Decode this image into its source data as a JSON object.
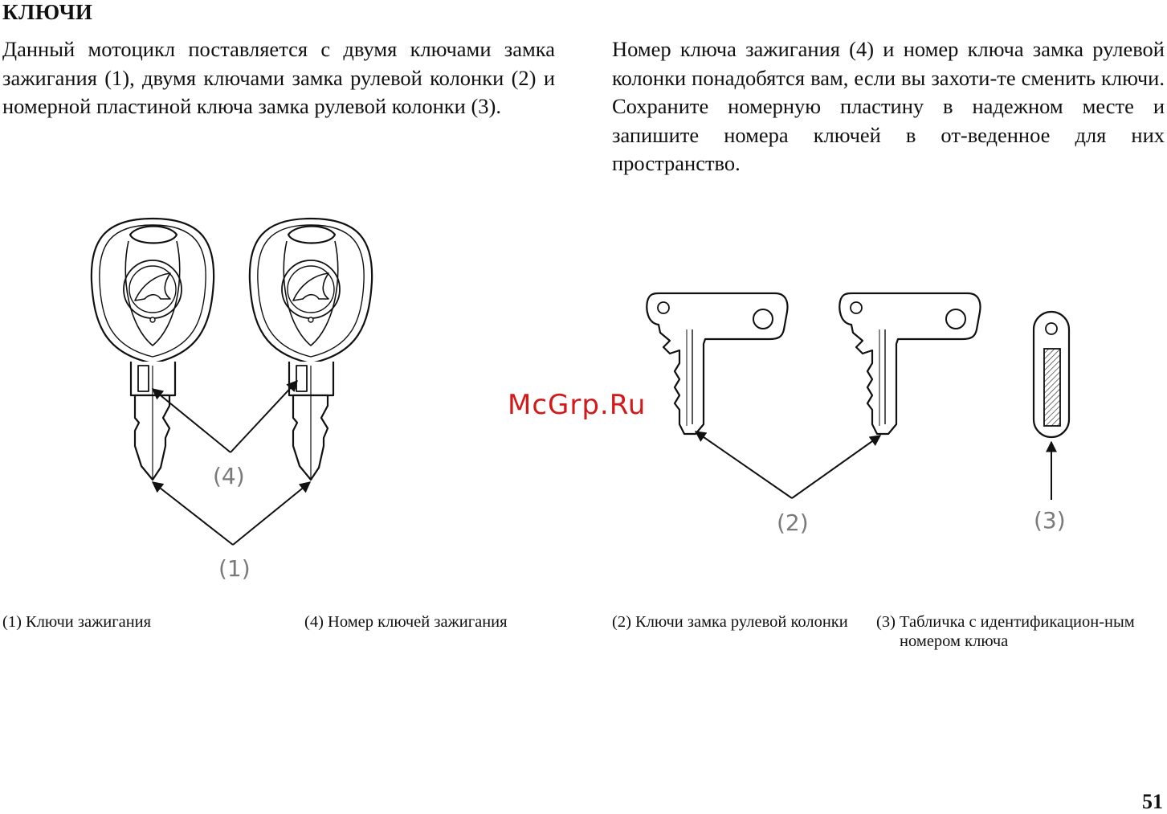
{
  "section": {
    "title": "КЛЮЧИ"
  },
  "body": {
    "left_paragraph": "Данный мотоцикл поставляется с двумя ключами замка зажигания (1), двумя ключами замка рулевой колонки (2) и номерной пластиной ключа замка рулевой колонки (3).",
    "right_paragraph": "Номер ключа зажигания (4) и номер ключа замка рулевой колонки понадобятся вам, если вы захоти-те сменить ключи. Сохраните номерную пластину в надежном месте и запишите номера ключей в от-веденное для них пространство."
  },
  "figure": {
    "callout_1": "(1)",
    "callout_2": "(2)",
    "callout_3": "(3)",
    "callout_4": "(4)",
    "watermark": "McGrp.Ru"
  },
  "captions": [
    {
      "num": "(1) ",
      "text": "Ключи зажигания"
    },
    {
      "num": "(4) ",
      "text": "Номер ключей зажигания"
    },
    {
      "num": "(2) ",
      "text": "Ключи замка рулевой колонки"
    },
    {
      "num": "(3) ",
      "text": "Табличка с идентификацион-ным номером ключа"
    }
  ],
  "page": {
    "number": "51"
  }
}
